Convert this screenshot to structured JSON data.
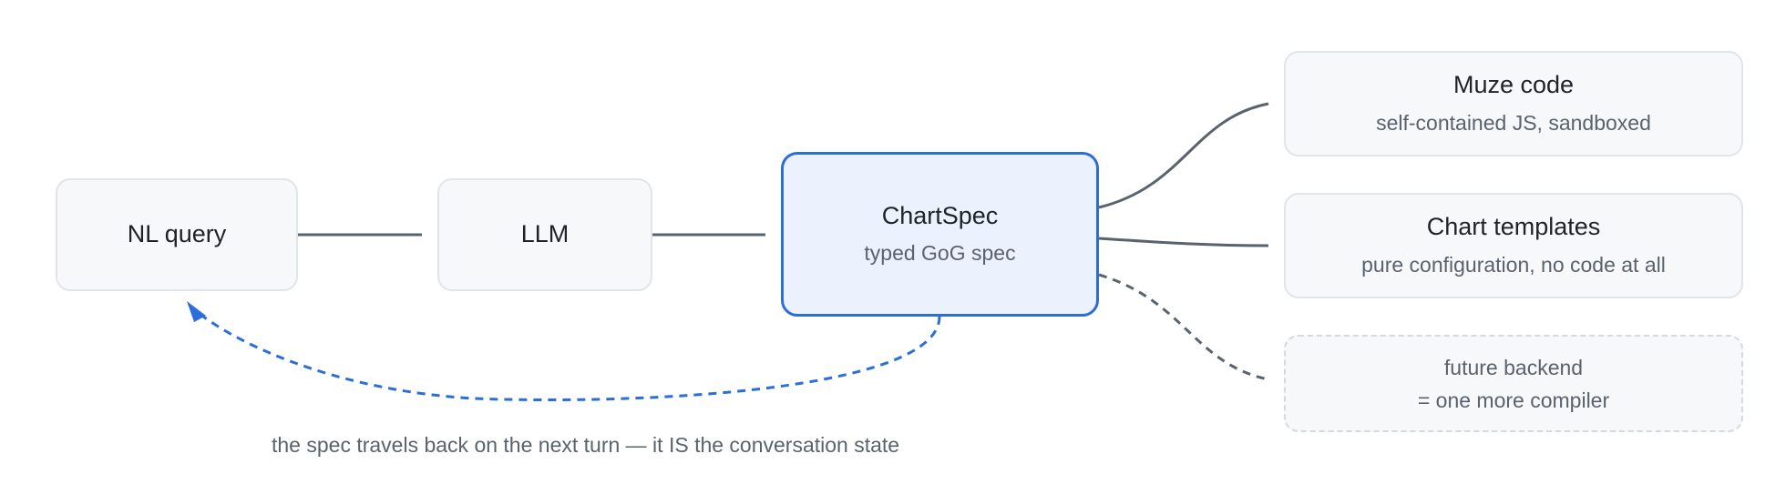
{
  "nodes": {
    "nl_query": {
      "title": "NL query"
    },
    "llm": {
      "title": "LLM"
    },
    "chartspec": {
      "title": "ChartSpec",
      "subtitle": "typed GoG spec"
    },
    "muze": {
      "title": "Muze code",
      "subtitle": "self-contained JS, sandboxed"
    },
    "templates": {
      "title": "Chart templates",
      "subtitle": "pure configuration, no code at all"
    },
    "future": {
      "line1": "future backend",
      "line2": "= one more compiler"
    }
  },
  "feedback": {
    "label": "the spec travels back on the next turn — it IS the conversation state"
  },
  "colors": {
    "accent": "#2b6ddb",
    "edge": "#59636e",
    "node_fill": "#f6f8fa",
    "node_border": "#e1e5ea",
    "accent_fill": "#ebf2fd"
  }
}
